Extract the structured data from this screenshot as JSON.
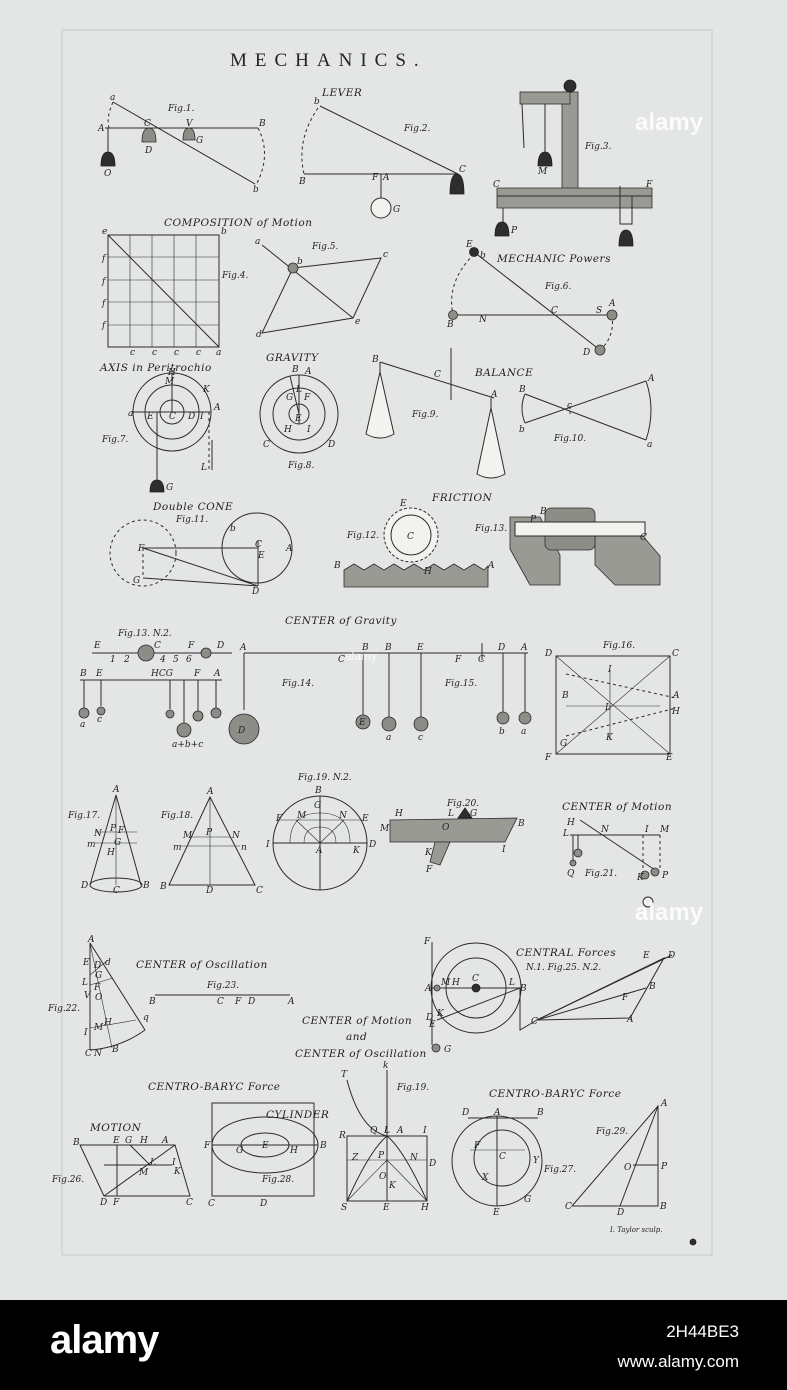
{
  "plate": {
    "title": "MECHANICS.",
    "engraver": "I. Taylor sculp.",
    "sections": {
      "lever": "LEVER",
      "composition": "COMPOSITION of Motion",
      "mechanic_powers": "MECHANIC Powers",
      "axis": "AXIS in Peritrochio",
      "gravity": "GRAVITY",
      "balance": "BALANCE",
      "double_cone": "Double CONE",
      "friction": "FRICTION",
      "center_gravity": "CENTER of Gravity",
      "center_motion": "CENTER of Motion",
      "center_oscillation": "CENTER of Oscillation",
      "central_forces": "CENTRAL Forces",
      "central_forces_sub": "N.1. Fig.25. N.2.",
      "com_and": "CENTER of Motion",
      "com_and_word": "and",
      "com_and_osc": "CENTER of Oscillation",
      "centro_baryc_1": "CENTRO-BARYC Force",
      "cylinder": "CYLINDER",
      "motion": "MOTION",
      "centro_baryc_2": "CENTRO-BARYC Force"
    },
    "figures": {
      "f1": "Fig.1.",
      "f2": "Fig.2.",
      "f3": "Fig.3.",
      "f4": "Fig.4.",
      "f5": "Fig.5.",
      "f6": "Fig.6.",
      "f7": "Fig.7.",
      "f8": "Fig.8.",
      "f9": "Fig.9.",
      "f10": "Fig.10.",
      "f11": "Fig.11.",
      "f12": "Fig.12.",
      "f13": "Fig.13.",
      "f13n2": "Fig.13. N.2.",
      "f14": "Fig.14.",
      "f15": "Fig.15.",
      "f16": "Fig.16.",
      "f17": "Fig.17.",
      "f18": "Fig.18.",
      "f19n2": "Fig.19. N.2.",
      "f20": "Fig.20.",
      "f21": "Fig.21.",
      "f22": "Fig.22.",
      "f23": "Fig.23.",
      "f26": "Fig.26.",
      "f27": "Fig.27.",
      "f28": "Fig.28.",
      "f19": "Fig.19.",
      "f29": "Fig.29."
    }
  },
  "watermark": {
    "text": "alamy"
  },
  "footer": {
    "logo": "alamy",
    "image_id": "2H44BE3",
    "url": "www.alamy.com"
  }
}
